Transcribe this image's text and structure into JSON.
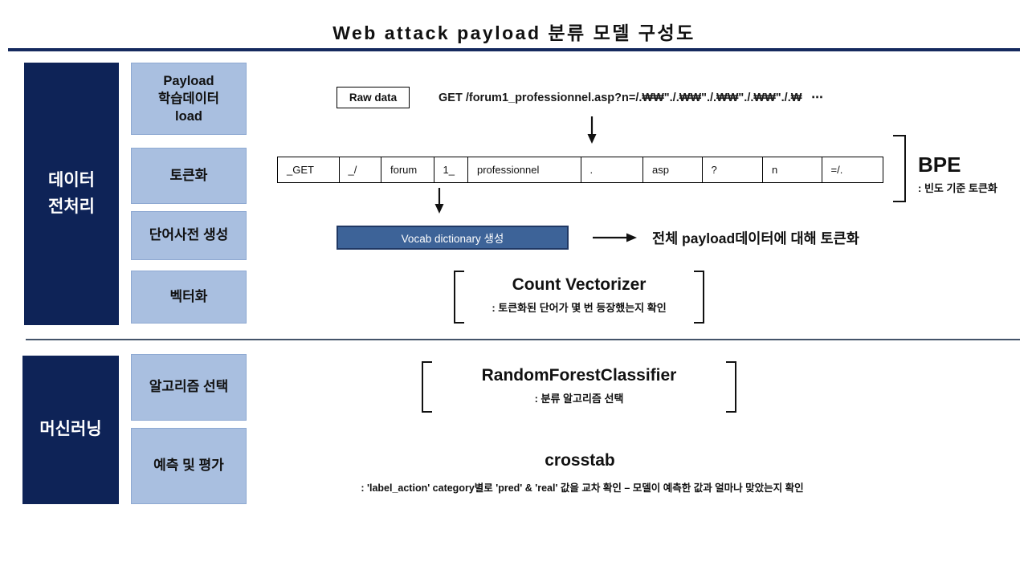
{
  "title": "Web attack payload 분류 모델 구성도",
  "sections": {
    "preprocessing": {
      "label": "데이터\n전처리",
      "steps": [
        "Payload\n학습데이터\nload",
        "토큰화",
        "단어사전 생성",
        "벡터화"
      ]
    },
    "ml": {
      "label": "머신러닝",
      "steps": [
        "알고리즘 선택",
        "예측 및 평가"
      ]
    }
  },
  "flow": {
    "raw_data_label": "Raw data",
    "raw_payload": "GET /forum1_professionnel.asp?n=/.₩₩\"./.₩₩\"./.₩₩\"./.₩₩\"./.₩",
    "raw_payload_ellipsis": "⋯",
    "tokens": [
      "_GET",
      "_/",
      "forum",
      "1_",
      "professionnel",
      ".",
      "asp",
      "?",
      "n",
      "=/."
    ],
    "bpe": {
      "title": "BPE",
      "subtitle": ": 빈도 기준 토큰화"
    },
    "vocab_box_label": "Vocab dictionary 생성",
    "vocab_note": "전체 payload데이터에 대해 토큰화",
    "count_vectorizer": {
      "title": "Count Vectorizer",
      "subtitle": ": 토큰화된 단어가 몇 번 등장했는지 확인"
    },
    "classifier": {
      "title": "RandomForestClassifier",
      "subtitle": ": 분류 알고리즘 선택"
    },
    "crosstab": {
      "title": "crosstab",
      "subtitle": ": 'label_action' category별로 'pred' & 'real' 값을 교차 확인 – 모델이 예측한 값과 얼마나 맞았는지 확인"
    }
  },
  "colors": {
    "navy": "#0e2357",
    "light_blue": "#a9bfe0",
    "mid_blue": "#3d6398",
    "title_line": "#152a5e",
    "divider": "#44546a"
  }
}
